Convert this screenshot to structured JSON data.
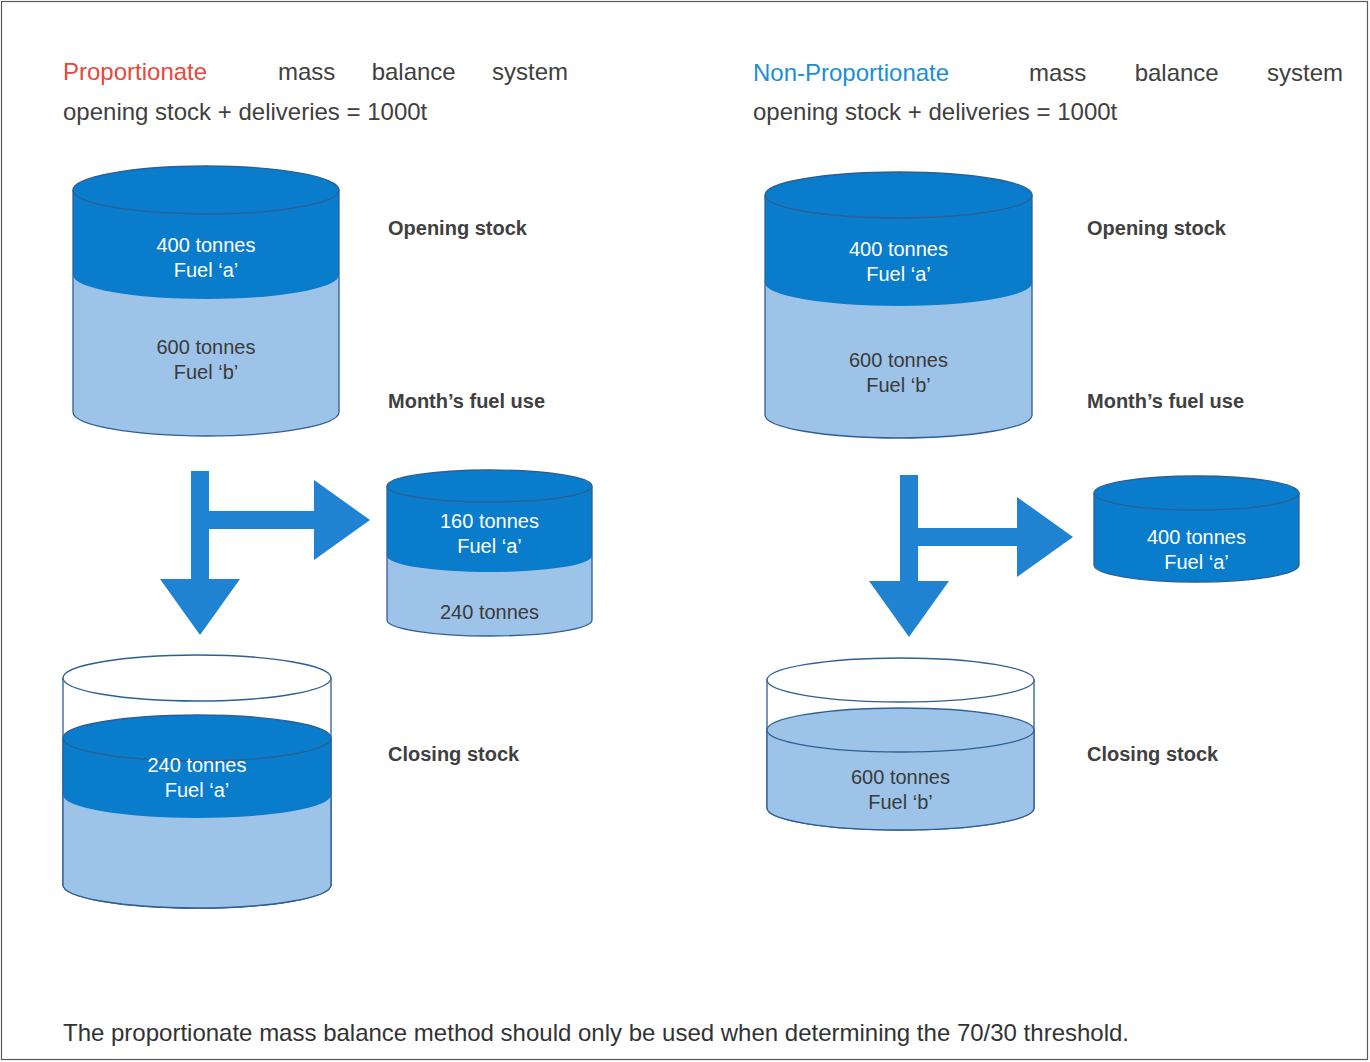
{
  "diagram": {
    "caption": "The proportionate mass balance method should only be used when determining the 70/30 threshold.",
    "nodes": [
      {
        "text": [
          "400 tonnes Fuel ‘a’",
          "600 tonnes Fuel ‘b’"
        ]
      },
      {
        "text": [
          "160 tonnes Fuel ‘a’",
          "240 tonnes"
        ]
      },
      {
        "text": [
          "240 tonnes Fuel ‘a’"
        ]
      },
      {
        "text": [
          "400 tonnes Fuel ‘a’",
          "600 tonnes Fuel ‘b’"
        ]
      },
      {
        "text": [
          "400 tonnes Fuel ‘a’"
        ]
      },
      {
        "text": [
          "600 tonnes Fuel ‘b’"
        ]
      }
    ],
    "edges": [
      {
        "from": 0,
        "to": 1,
        "arrow": "to"
      },
      {
        "from": 0,
        "to": 2,
        "arrow": "to"
      },
      {
        "from": 3,
        "to": 4,
        "arrow": "to"
      },
      {
        "from": 3,
        "to": 5,
        "arrow": "to"
      }
    ],
    "labels": [
      "Proportionate",
      "mass balance system",
      "opening stock + deliveries = 1000t",
      "Opening stock",
      "Month’s fuel use",
      "Closing stock",
      "Non-Proportionate",
      "mass balance system",
      "opening stock + deliveries = 1000t",
      "Opening stock",
      "Month’s fuel use",
      "Closing stock"
    ]
  }
}
